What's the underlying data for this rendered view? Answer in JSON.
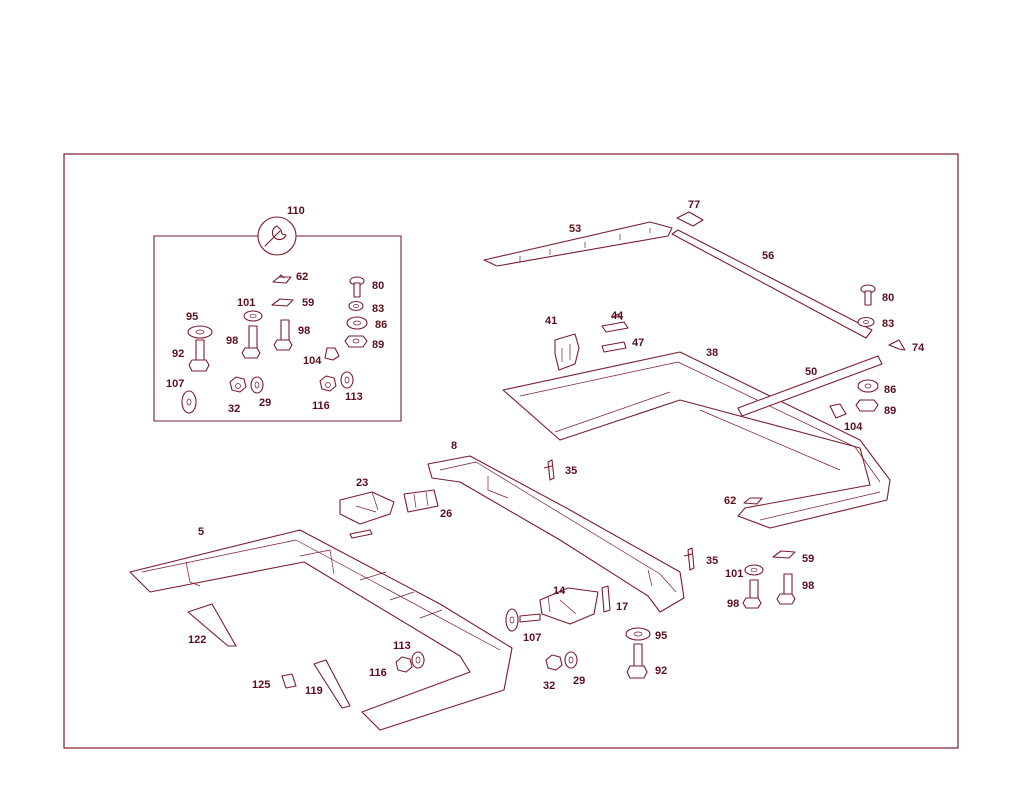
{
  "diagram": {
    "callouts": {
      "c110": "110",
      "c62a": "62",
      "c80a": "80",
      "c95a": "95",
      "c101a": "101",
      "c59a": "59",
      "c83a": "83",
      "c86a": "86",
      "c92a": "92",
      "c98a": "98",
      "c98b": "98",
      "c89a": "89",
      "c104a": "104",
      "c107a": "107",
      "c32a": "32",
      "c29a": "29",
      "c116a": "116",
      "c113a": "113",
      "c77": "77",
      "c53": "53",
      "c56": "56",
      "c80b": "80",
      "c83b": "83",
      "c74": "74",
      "c41": "41",
      "c44": "44",
      "c47": "47",
      "c38": "38",
      "c50": "50",
      "c86b": "86",
      "c89b": "89",
      "c104b": "104",
      "c8": "8",
      "c35a": "35",
      "c23": "23",
      "c26": "26",
      "c62b": "62",
      "c35b": "35",
      "c59b": "59",
      "c101b": "101",
      "c98c": "98",
      "c98d": "98",
      "c5": "5",
      "c14": "14",
      "c17": "17",
      "c107b": "107",
      "c95b": "95",
      "c92b": "92",
      "c122": "122",
      "c113b": "113",
      "c116b": "116",
      "c32b": "32",
      "c29b": "29",
      "c125": "125",
      "c119": "119"
    },
    "icons": {
      "service_tool": "wrench-icon"
    },
    "colors": {
      "line": "#7a1d2c",
      "text": "#5a0f1c",
      "background": "#ffffff"
    }
  }
}
